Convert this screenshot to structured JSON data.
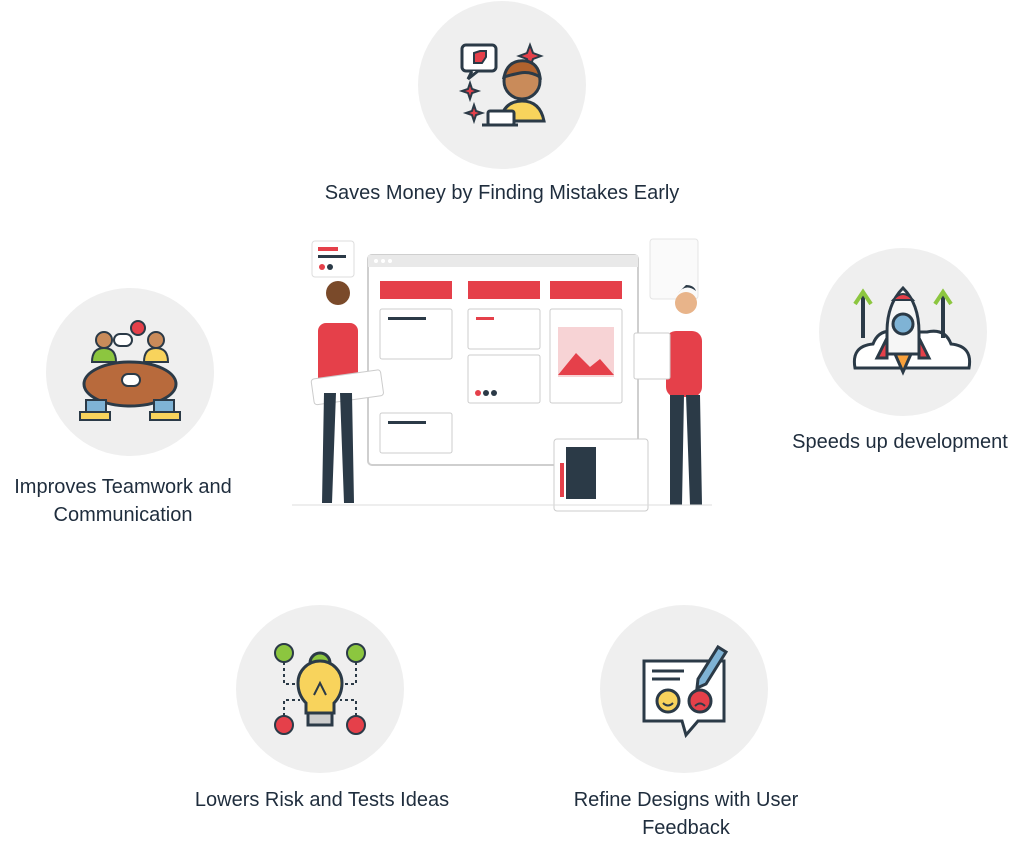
{
  "benefits": {
    "money": {
      "label": "Saves Money by Finding Mistakes Early",
      "icon": "feedback-person-icon"
    },
    "speed": {
      "label": "Speeds up development",
      "icon": "rocket-icon"
    },
    "team": {
      "label": "Improves Teamwork and Communication",
      "icon": "team-meeting-icon"
    },
    "risk": {
      "label": "Lowers Risk and Tests Ideas",
      "icon": "lightbulb-ideas-icon"
    },
    "design": {
      "label": "Refine Designs with User Feedback",
      "icon": "user-feedback-icon"
    }
  },
  "center": {
    "illustration": "kanban-board-team-illustration"
  },
  "colors": {
    "circle_bg": "#efefef",
    "accent_red": "#e5404a",
    "dark": "#2b3a47",
    "text": "#1f2d3d",
    "yellow": "#f8d35c",
    "green": "#8cc63f"
  }
}
